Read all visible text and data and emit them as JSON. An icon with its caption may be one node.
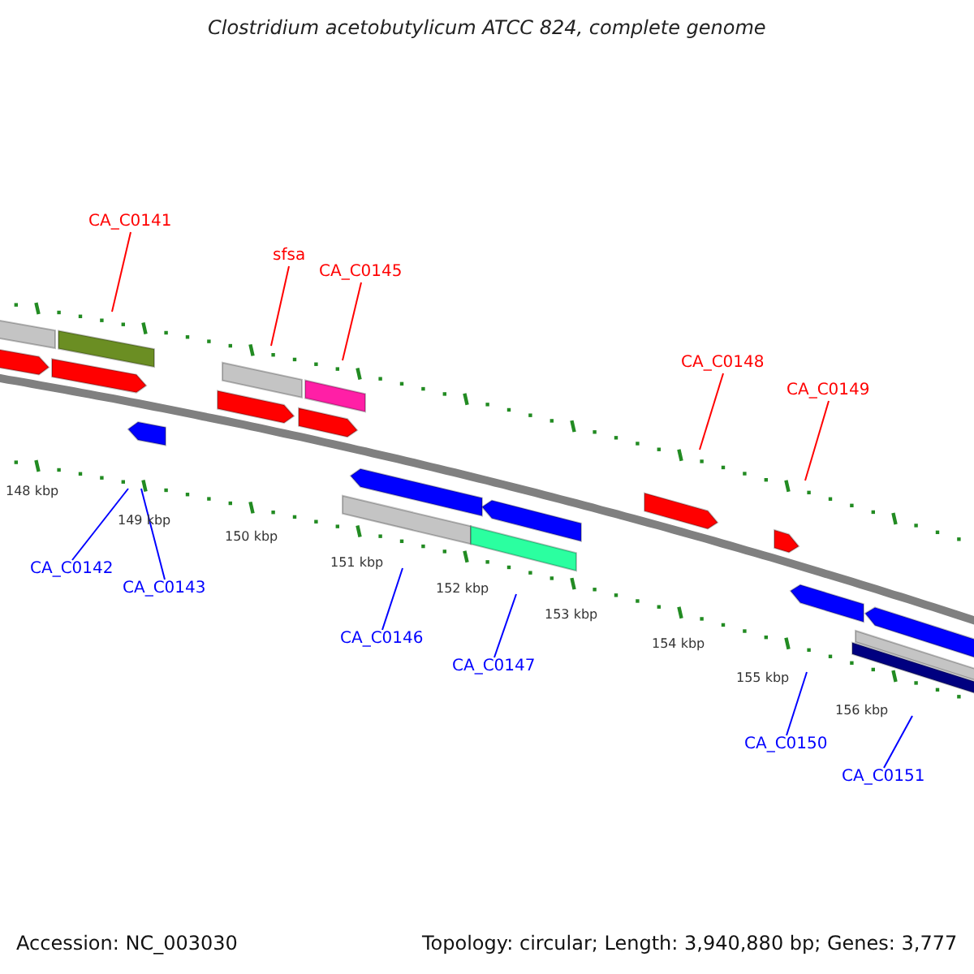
{
  "diagram": {
    "title": "Clostridium acetobutylicum ATCC 824, complete genome",
    "nodes": [
      {
        "text": [
          "CA_C0141"
        ]
      },
      {
        "text": [
          "sfsa"
        ]
      },
      {
        "text": [
          "CA_C0145"
        ]
      },
      {
        "text": [
          "CA_C0148"
        ]
      },
      {
        "text": [
          "CA_C0149"
        ]
      },
      {
        "text": [
          "CA_C0142"
        ]
      },
      {
        "text": [
          "CA_C0143"
        ]
      },
      {
        "text": [
          "CA_C0146"
        ]
      },
      {
        "text": [
          "CA_C0147"
        ]
      },
      {
        "text": [
          "CA_C0150"
        ]
      },
      {
        "text": [
          "CA_C0151"
        ]
      }
    ],
    "edges": [
      {
        "from": 0,
        "to": null,
        "arrow": "none",
        "color": "#ff0000"
      },
      {
        "from": 1,
        "to": null,
        "arrow": "none",
        "color": "#ff0000"
      },
      {
        "from": 2,
        "to": null,
        "arrow": "none",
        "color": "#ff0000"
      },
      {
        "from": 3,
        "to": null,
        "arrow": "none",
        "color": "#ff0000"
      },
      {
        "from": 4,
        "to": null,
        "arrow": "none",
        "color": "#ff0000"
      },
      {
        "from": 5,
        "to": null,
        "arrow": "none"
      },
      {
        "from": 6,
        "to": null,
        "arrow": "none"
      },
      {
        "from": 7,
        "to": null,
        "arrow": "none"
      },
      {
        "from": 8,
        "to": null,
        "arrow": "none"
      },
      {
        "from": 9,
        "to": null,
        "arrow": "none"
      },
      {
        "from": 10,
        "to": null,
        "arrow": "none"
      }
    ],
    "labels": [
      "148 kbp",
      "149 kbp",
      "150 kbp",
      "151 kbp",
      "152 kbp",
      "153 kbp",
      "154 kbp",
      "155 kbp",
      "156 kbp",
      "Accession: NC_003030",
      "Topology: circular; Length: 3,940,880 bp; Genes: 3,777"
    ]
  }
}
